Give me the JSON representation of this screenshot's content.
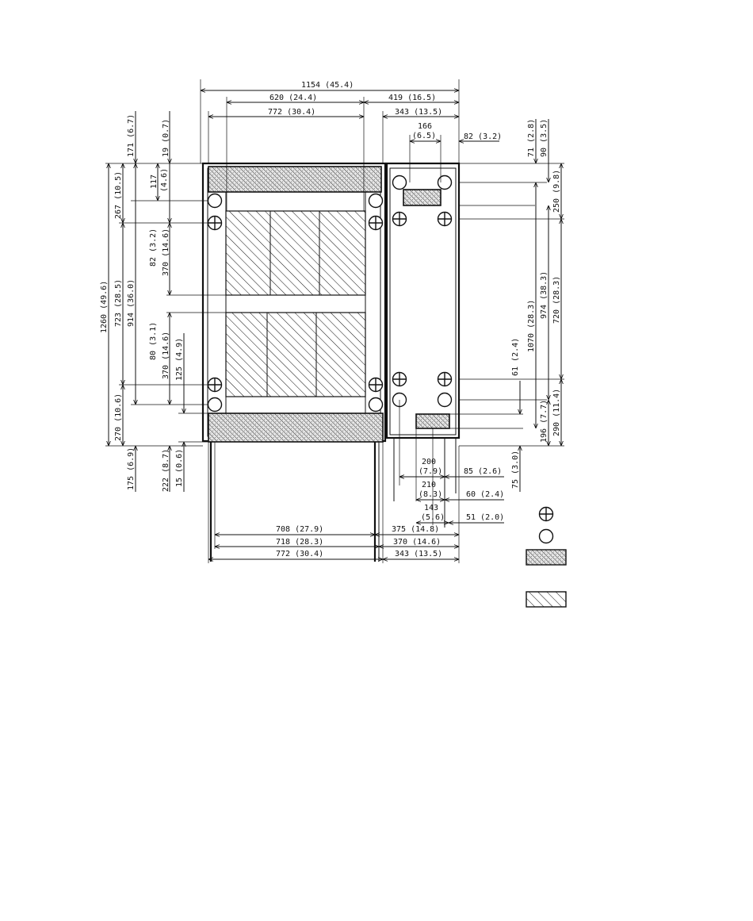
{
  "dimensions": {
    "top": {
      "d1154": "1154 (45.4)",
      "d620": "620 (24.4)",
      "d419": "419 (16.5)",
      "d772": "772 (30.4)",
      "d343": "343 (13.5)",
      "d166a": "166",
      "d166b": "(6.5)",
      "d82": "82 (3.2)"
    },
    "left": {
      "d171": "171 (6.7)",
      "d19": "19 (0.7)",
      "d117a": "117",
      "d117b": "(4.6)",
      "d267": "267 (10.5)",
      "d82": "82 (3.2)",
      "d370a": "370 (14.6)",
      "d1260": "1260 (49.6)",
      "d723": "723 (28.5)",
      "d914": "914 (36.0)",
      "d80": "80 (3.1)",
      "d370b": "370 (14.6)",
      "d125": "125 (4.9)",
      "d270": "270 (10.6)",
      "d175": "175 (6.9)",
      "d222": "222 (8.7)",
      "d15": "15 (0.6)"
    },
    "right": {
      "d71": "71 (2.8)",
      "d90": "90 (3.5)",
      "d250": "250 (9.8)",
      "d974": "974 (38.3)",
      "d720": "720 (28.3)",
      "d1070": "1070 (28.3)",
      "d61": "61 (2.4)",
      "d196": "196 (7.7)",
      "d290": "290 (11.4)",
      "d75": "75 (3.0)"
    },
    "lower_right": {
      "d200a": "200",
      "d200b": "(7.9)",
      "d85": "85 (2.6)",
      "d210a": "210",
      "d210b": "(8.3)",
      "d60": "60 (2.4)",
      "d143a": "143",
      "d143b": "(5.6)",
      "d51": "51 (2.0)"
    },
    "bottom": {
      "d708": "708 (27.9)",
      "d375": "375 (14.8)",
      "d718": "718 (28.3)",
      "d370": "370 (14.6)",
      "d772": "772 (30.4)",
      "d343": "343 (13.5)"
    }
  },
  "legend_symbols": [
    "crossed-circle",
    "open-circle",
    "dense-hatch",
    "diagonal-hatch"
  ]
}
